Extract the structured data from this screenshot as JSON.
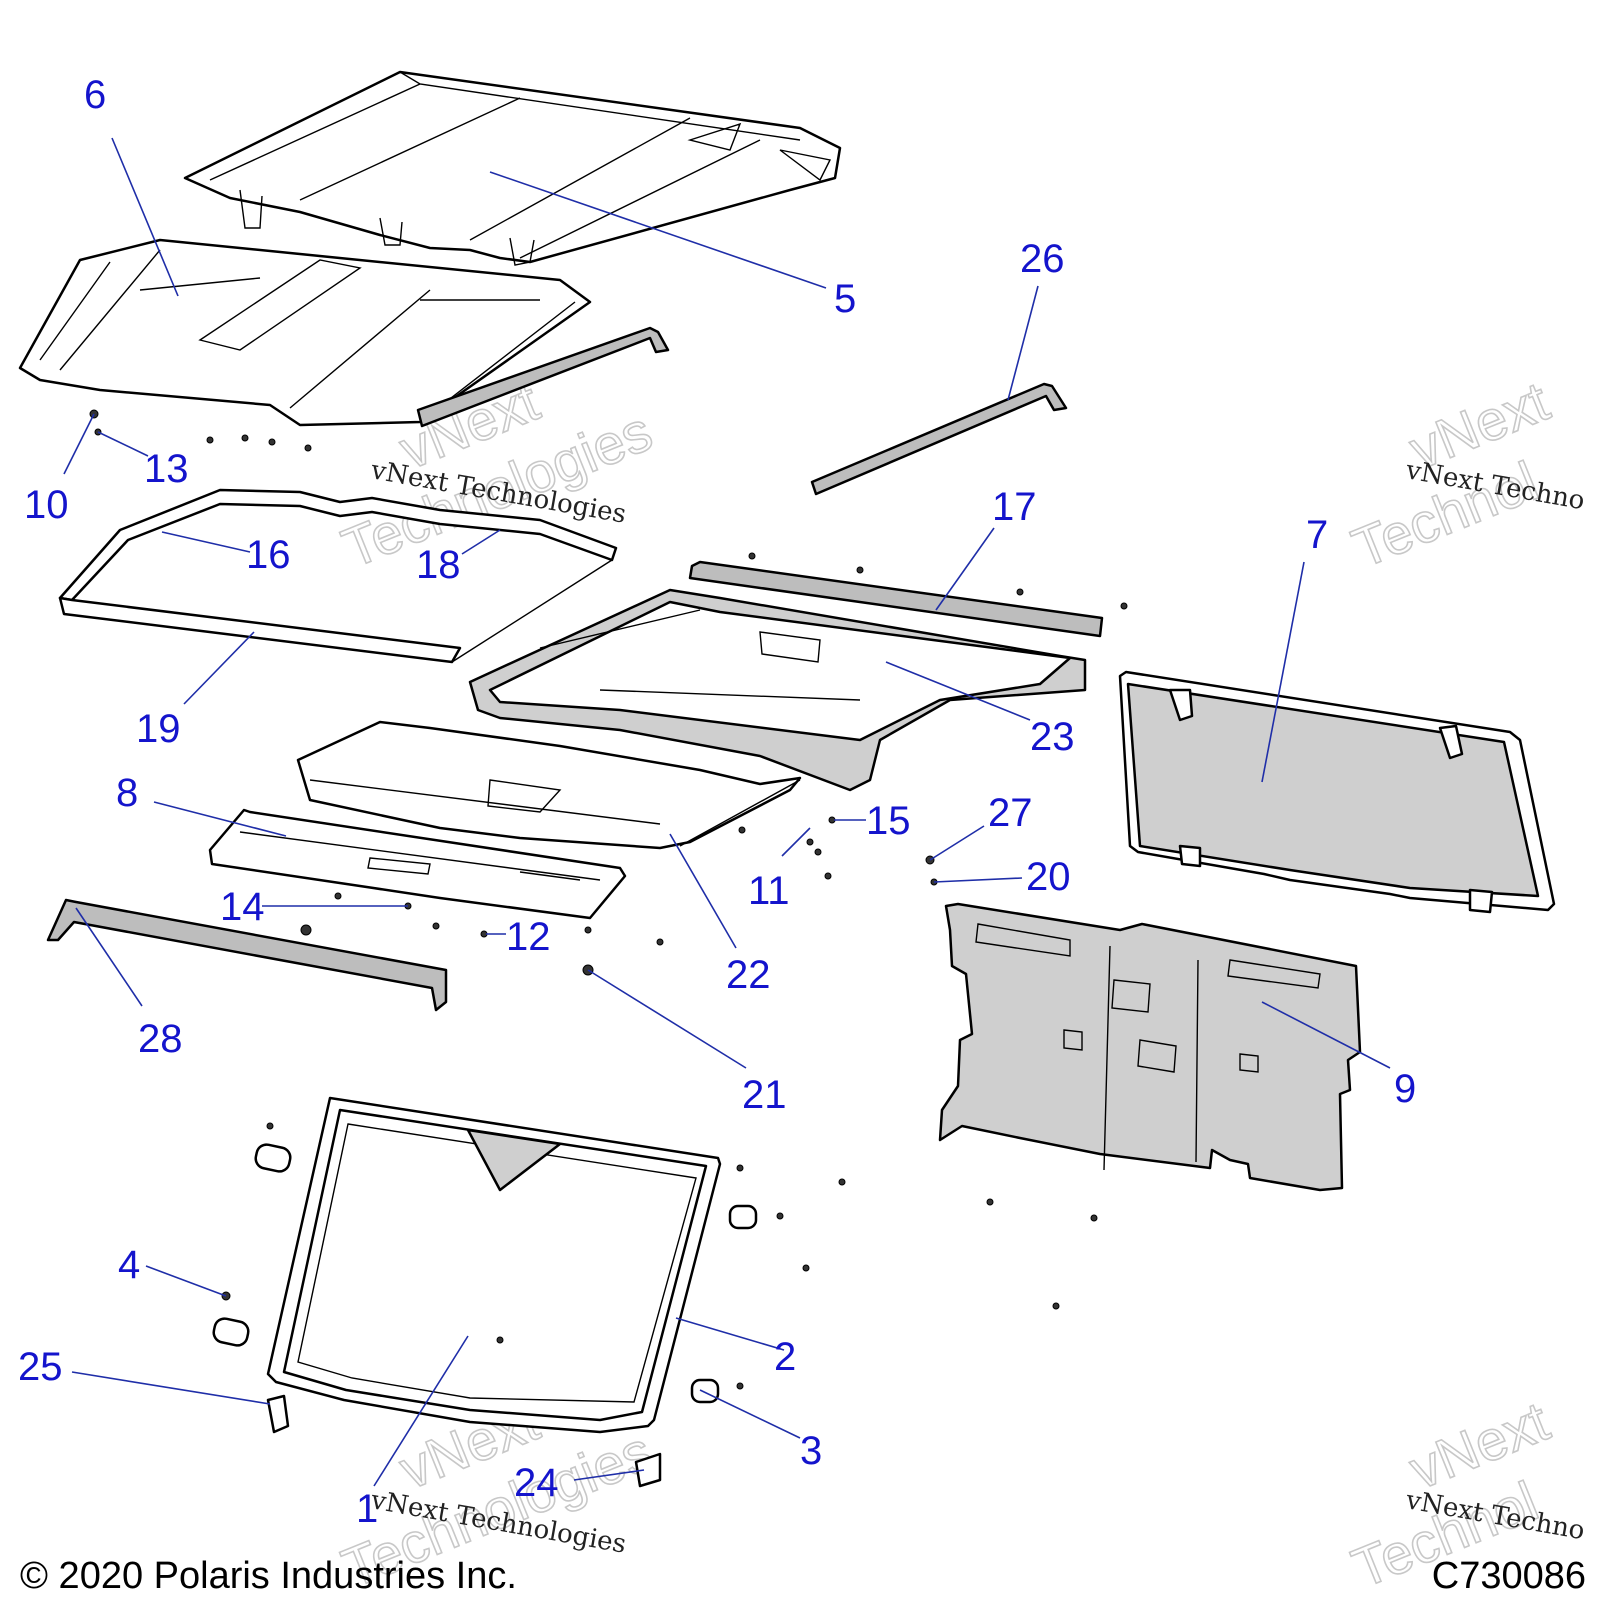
{
  "diagram": {
    "callouts": [
      "1",
      "2",
      "3",
      "4",
      "5",
      "6",
      "7",
      "8",
      "9",
      "10",
      "11",
      "12",
      "13",
      "14",
      "15",
      "16",
      "17",
      "18",
      "19",
      "20",
      "21",
      "22",
      "23",
      "24",
      "25",
      "26",
      "27",
      "28"
    ],
    "watermark": {
      "brand": "vNext",
      "word": "Technologies",
      "full": "vNext Technologies",
      "partial_full": "vNext Techno",
      "partial_brand": "vNext",
      "partial_word": "Technol"
    },
    "copyright": "© 2020 Polaris Industries Inc.",
    "drawing_number": "C730086"
  }
}
